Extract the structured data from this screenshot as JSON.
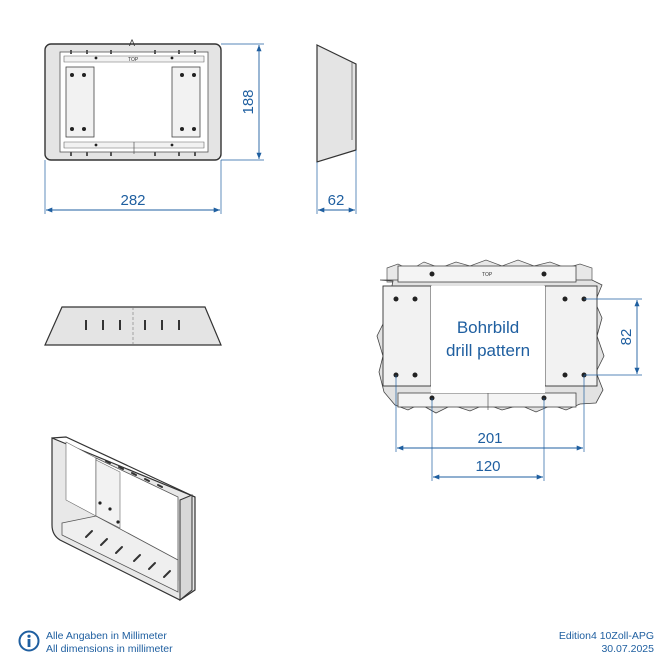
{
  "dimensions": {
    "width": "282",
    "height": "188",
    "depth": "62",
    "hole_distance_vertical": "82",
    "hole_distance_outer": "201",
    "hole_distance_inner": "120"
  },
  "marks": {
    "top_label": "TOP",
    "top_label_detail": "TOP",
    "view_marker": "A"
  },
  "drill_pattern": {
    "label_de": "Bohrbild",
    "label_en": "drill pattern"
  },
  "footer": {
    "note_de": "Alle Angaben in Millimeter",
    "note_en": "All dimensions in millimeter",
    "edition": "Edition4 10Zoll-APG",
    "date": "30.07.2025"
  },
  "colors": {
    "dimension": "#1f5fa0",
    "part_fill": "#e4e4e4",
    "plate_fill": "#f2f2f2",
    "outline": "#333333"
  },
  "icons": {
    "info": "info-circle-icon"
  }
}
